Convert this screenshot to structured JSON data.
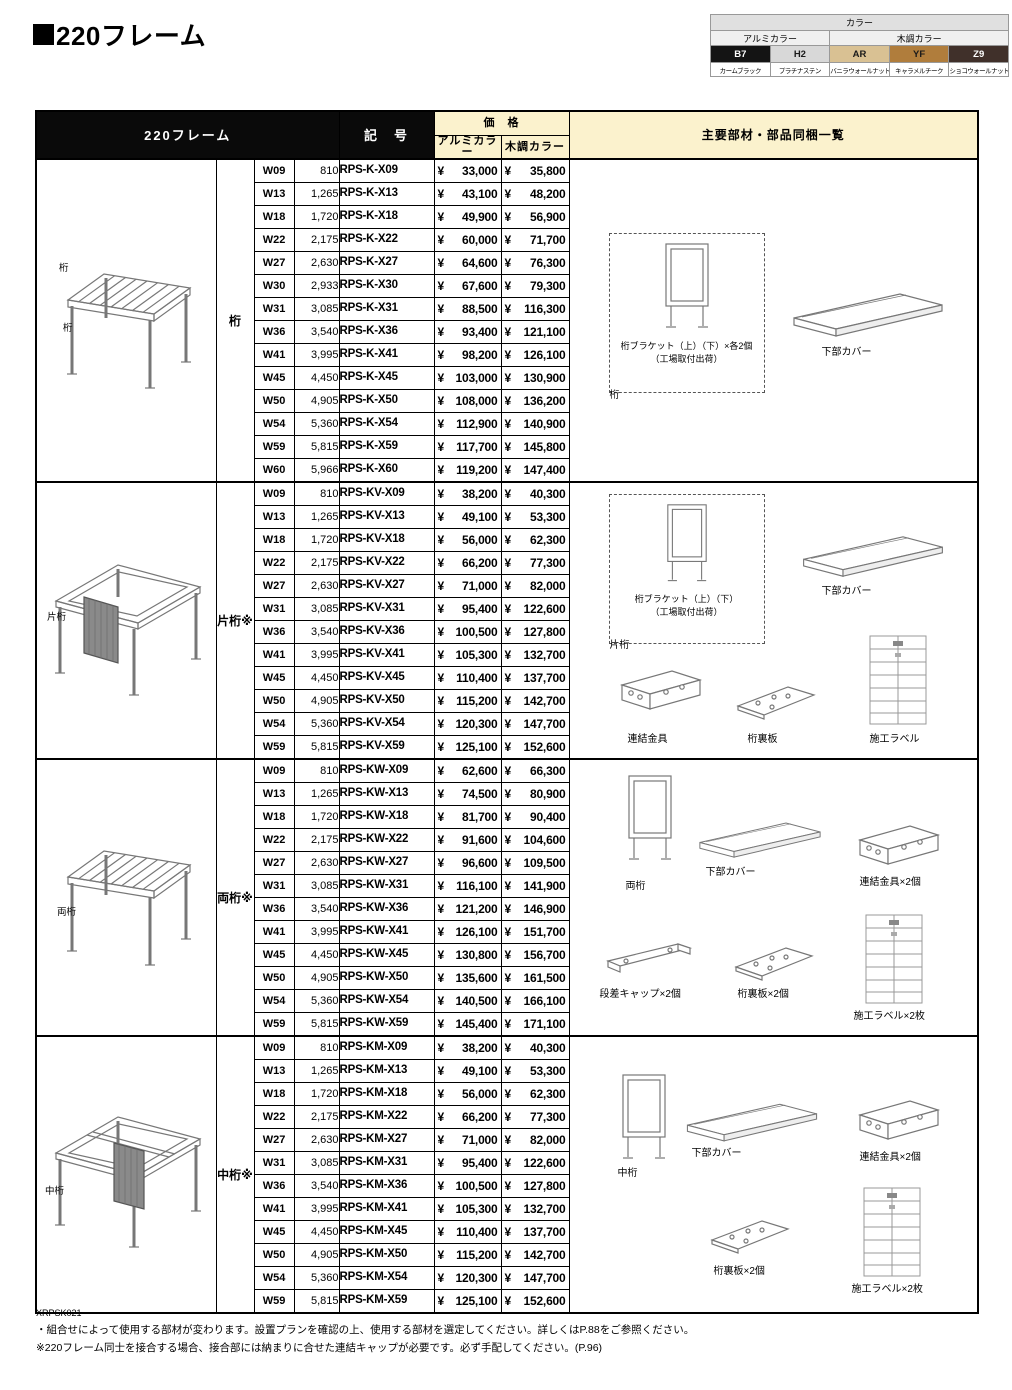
{
  "page": {
    "title": "220フレーム",
    "footer_code": "XRPSK021",
    "notes": [
      "・組合せによって使用する部材が変わります。設置プランを確認の上、使用する部材を選定してください。詳しくはP.88をご参照ください。",
      "※220フレーム同士を接合する場合、接合部には納まりに合せた連結キャップが必要です。必ず手配してください。(P.96)"
    ]
  },
  "color_legend": {
    "title": "カラー",
    "groups": [
      {
        "label": "アルミカラー"
      },
      {
        "label": "木調カラー"
      }
    ],
    "swatches": [
      {
        "code": "B7",
        "name": "カームブラック",
        "hex": "#141414",
        "text": "#ffffff"
      },
      {
        "code": "H2",
        "name": "プラチナステン",
        "hex": "#d8d8d8",
        "text": "#1a1a1a"
      },
      {
        "code": "AR",
        "name": "バニラウォールナット",
        "hex": "#d9c193",
        "text": "#1a1a1a"
      },
      {
        "code": "YF",
        "name": "キャラメルチーク",
        "hex": "#b07d3c",
        "text": "#1a1a1a"
      },
      {
        "code": "Z9",
        "name": "ショコウォールナット",
        "hex": "#40302a",
        "text": "#ffffff"
      }
    ]
  },
  "table": {
    "currency": "¥",
    "header": {
      "product": "220フレーム",
      "code": "記　号",
      "price": "価　格",
      "col_alumi": "アルミカラー",
      "col_wood": "木調カラー",
      "parts": "主要部材・部品同梱一覧"
    },
    "sections": [
      {
        "label": "桁",
        "illus_name": "girder-illustration",
        "illus_labels": [
          "桁",
          "桁"
        ],
        "parts": {
          "bracket_line1": "桁ブラケット（上）（下）×各2個",
          "bracket_line2": "（工場取付出荷）",
          "item": "桁",
          "cover": "下部カバー"
        },
        "rows": [
          {
            "w": "W09",
            "width": "810",
            "code": "RPS-K-X09",
            "price_alumi": "33,000",
            "price_wood": "35,800"
          },
          {
            "w": "W13",
            "width": "1,265",
            "code": "RPS-K-X13",
            "price_alumi": "43,100",
            "price_wood": "48,200"
          },
          {
            "w": "W18",
            "width": "1,720",
            "code": "RPS-K-X18",
            "price_alumi": "49,900",
            "price_wood": "56,900"
          },
          {
            "w": "W22",
            "width": "2,175",
            "code": "RPS-K-X22",
            "price_alumi": "60,000",
            "price_wood": "71,700"
          },
          {
            "w": "W27",
            "width": "2,630",
            "code": "RPS-K-X27",
            "price_alumi": "64,600",
            "price_wood": "76,300"
          },
          {
            "w": "W30",
            "width": "2,933",
            "code": "RPS-K-X30",
            "price_alumi": "67,600",
            "price_wood": "79,300"
          },
          {
            "w": "W31",
            "width": "3,085",
            "code": "RPS-K-X31",
            "price_alumi": "88,500",
            "price_wood": "116,300"
          },
          {
            "w": "W36",
            "width": "3,540",
            "code": "RPS-K-X36",
            "price_alumi": "93,400",
            "price_wood": "121,100"
          },
          {
            "w": "W41",
            "width": "3,995",
            "code": "RPS-K-X41",
            "price_alumi": "98,200",
            "price_wood": "126,100"
          },
          {
            "w": "W45",
            "width": "4,450",
            "code": "RPS-K-X45",
            "price_alumi": "103,000",
            "price_wood": "130,900"
          },
          {
            "w": "W50",
            "width": "4,905",
            "code": "RPS-K-X50",
            "price_alumi": "108,000",
            "price_wood": "136,200"
          },
          {
            "w": "W54",
            "width": "5,360",
            "code": "RPS-K-X54",
            "price_alumi": "112,900",
            "price_wood": "140,900"
          },
          {
            "w": "W59",
            "width": "5,815",
            "code": "RPS-K-X59",
            "price_alumi": "117,700",
            "price_wood": "145,800"
          },
          {
            "w": "W60",
            "width": "5,966",
            "code": "RPS-K-X60",
            "price_alumi": "119,200",
            "price_wood": "147,400"
          }
        ]
      },
      {
        "label": "片桁※",
        "illus_name": "single-girder-illustration",
        "illus_labels": [
          "片桁"
        ],
        "parts": {
          "bracket_line1": "桁ブラケット（上）（下）",
          "bracket_line2": "（工場取付出荷）",
          "item": "片桁",
          "cover": "下部カバー",
          "joint": "連結金具",
          "backplate": "桁裏板",
          "label_sheet": "施工ラベル"
        },
        "rows": [
          {
            "w": "W09",
            "width": "810",
            "code": "RPS-KV-X09",
            "price_alumi": "38,200",
            "price_wood": "40,300"
          },
          {
            "w": "W13",
            "width": "1,265",
            "code": "RPS-KV-X13",
            "price_alumi": "49,100",
            "price_wood": "53,300"
          },
          {
            "w": "W18",
            "width": "1,720",
            "code": "RPS-KV-X18",
            "price_alumi": "56,000",
            "price_wood": "62,300"
          },
          {
            "w": "W22",
            "width": "2,175",
            "code": "RPS-KV-X22",
            "price_alumi": "66,200",
            "price_wood": "77,300"
          },
          {
            "w": "W27",
            "width": "2,630",
            "code": "RPS-KV-X27",
            "price_alumi": "71,000",
            "price_wood": "82,000"
          },
          {
            "w": "W31",
            "width": "3,085",
            "code": "RPS-KV-X31",
            "price_alumi": "95,400",
            "price_wood": "122,600"
          },
          {
            "w": "W36",
            "width": "3,540",
            "code": "RPS-KV-X36",
            "price_alumi": "100,500",
            "price_wood": "127,800"
          },
          {
            "w": "W41",
            "width": "3,995",
            "code": "RPS-KV-X41",
            "price_alumi": "105,300",
            "price_wood": "132,700"
          },
          {
            "w": "W45",
            "width": "4,450",
            "code": "RPS-KV-X45",
            "price_alumi": "110,400",
            "price_wood": "137,700"
          },
          {
            "w": "W50",
            "width": "4,905",
            "code": "RPS-KV-X50",
            "price_alumi": "115,200",
            "price_wood": "142,700"
          },
          {
            "w": "W54",
            "width": "5,360",
            "code": "RPS-KV-X54",
            "price_alumi": "120,300",
            "price_wood": "147,700"
          },
          {
            "w": "W59",
            "width": "5,815",
            "code": "RPS-KV-X59",
            "price_alumi": "125,100",
            "price_wood": "152,600"
          }
        ]
      },
      {
        "label": "両桁※",
        "illus_name": "double-girder-illustration",
        "illus_labels": [
          "両桁"
        ],
        "parts": {
          "item": "両桁",
          "cover": "下部カバー",
          "joint": "連結金具×2個",
          "step_cap": "段差キャップ×2個",
          "backplate": "桁裏板×2個",
          "label_sheet": "施工ラベル×2枚"
        },
        "rows": [
          {
            "w": "W09",
            "width": "810",
            "code": "RPS-KW-X09",
            "price_alumi": "62,600",
            "price_wood": "66,300"
          },
          {
            "w": "W13",
            "width": "1,265",
            "code": "RPS-KW-X13",
            "price_alumi": "74,500",
            "price_wood": "80,900"
          },
          {
            "w": "W18",
            "width": "1,720",
            "code": "RPS-KW-X18",
            "price_alumi": "81,700",
            "price_wood": "90,400"
          },
          {
            "w": "W22",
            "width": "2,175",
            "code": "RPS-KW-X22",
            "price_alumi": "91,600",
            "price_wood": "104,600"
          },
          {
            "w": "W27",
            "width": "2,630",
            "code": "RPS-KW-X27",
            "price_alumi": "96,600",
            "price_wood": "109,500"
          },
          {
            "w": "W31",
            "width": "3,085",
            "code": "RPS-KW-X31",
            "price_alumi": "116,100",
            "price_wood": "141,900"
          },
          {
            "w": "W36",
            "width": "3,540",
            "code": "RPS-KW-X36",
            "price_alumi": "121,200",
            "price_wood": "146,900"
          },
          {
            "w": "W41",
            "width": "3,995",
            "code": "RPS-KW-X41",
            "price_alumi": "126,100",
            "price_wood": "151,700"
          },
          {
            "w": "W45",
            "width": "4,450",
            "code": "RPS-KW-X45",
            "price_alumi": "130,800",
            "price_wood": "156,700"
          },
          {
            "w": "W50",
            "width": "4,905",
            "code": "RPS-KW-X50",
            "price_alumi": "135,600",
            "price_wood": "161,500"
          },
          {
            "w": "W54",
            "width": "5,360",
            "code": "RPS-KW-X54",
            "price_alumi": "140,500",
            "price_wood": "166,100"
          },
          {
            "w": "W59",
            "width": "5,815",
            "code": "RPS-KW-X59",
            "price_alumi": "145,400",
            "price_wood": "171,100"
          }
        ]
      },
      {
        "label": "中桁※",
        "illus_name": "middle-girder-illustration",
        "illus_labels": [
          "中桁"
        ],
        "parts": {
          "item": "中桁",
          "cover": "下部カバー",
          "joint": "連結金具×2個",
          "backplate": "桁裏板×2個",
          "label_sheet": "施工ラベル×2枚"
        },
        "rows": [
          {
            "w": "W09",
            "width": "810",
            "code": "RPS-KM-X09",
            "price_alumi": "38,200",
            "price_wood": "40,300"
          },
          {
            "w": "W13",
            "width": "1,265",
            "code": "RPS-KM-X13",
            "price_alumi": "49,100",
            "price_wood": "53,300"
          },
          {
            "w": "W18",
            "width": "1,720",
            "code": "RPS-KM-X18",
            "price_alumi": "56,000",
            "price_wood": "62,300"
          },
          {
            "w": "W22",
            "width": "2,175",
            "code": "RPS-KM-X22",
            "price_alumi": "66,200",
            "price_wood": "77,300"
          },
          {
            "w": "W27",
            "width": "2,630",
            "code": "RPS-KM-X27",
            "price_alumi": "71,000",
            "price_wood": "82,000"
          },
          {
            "w": "W31",
            "width": "3,085",
            "code": "RPS-KM-X31",
            "price_alumi": "95,400",
            "price_wood": "122,600"
          },
          {
            "w": "W36",
            "width": "3,540",
            "code": "RPS-KM-X36",
            "price_alumi": "100,500",
            "price_wood": "127,800"
          },
          {
            "w": "W41",
            "width": "3,995",
            "code": "RPS-KM-X41",
            "price_alumi": "105,300",
            "price_wood": "132,700"
          },
          {
            "w": "W45",
            "width": "4,450",
            "code": "RPS-KM-X45",
            "price_alumi": "110,400",
            "price_wood": "137,700"
          },
          {
            "w": "W50",
            "width": "4,905",
            "code": "RPS-KM-X50",
            "price_alumi": "115,200",
            "price_wood": "142,700"
          },
          {
            "w": "W54",
            "width": "5,360",
            "code": "RPS-KM-X54",
            "price_alumi": "120,300",
            "price_wood": "147,700"
          },
          {
            "w": "W59",
            "width": "5,815",
            "code": "RPS-KM-X59",
            "price_alumi": "125,100",
            "price_wood": "152,600"
          }
        ]
      }
    ]
  }
}
